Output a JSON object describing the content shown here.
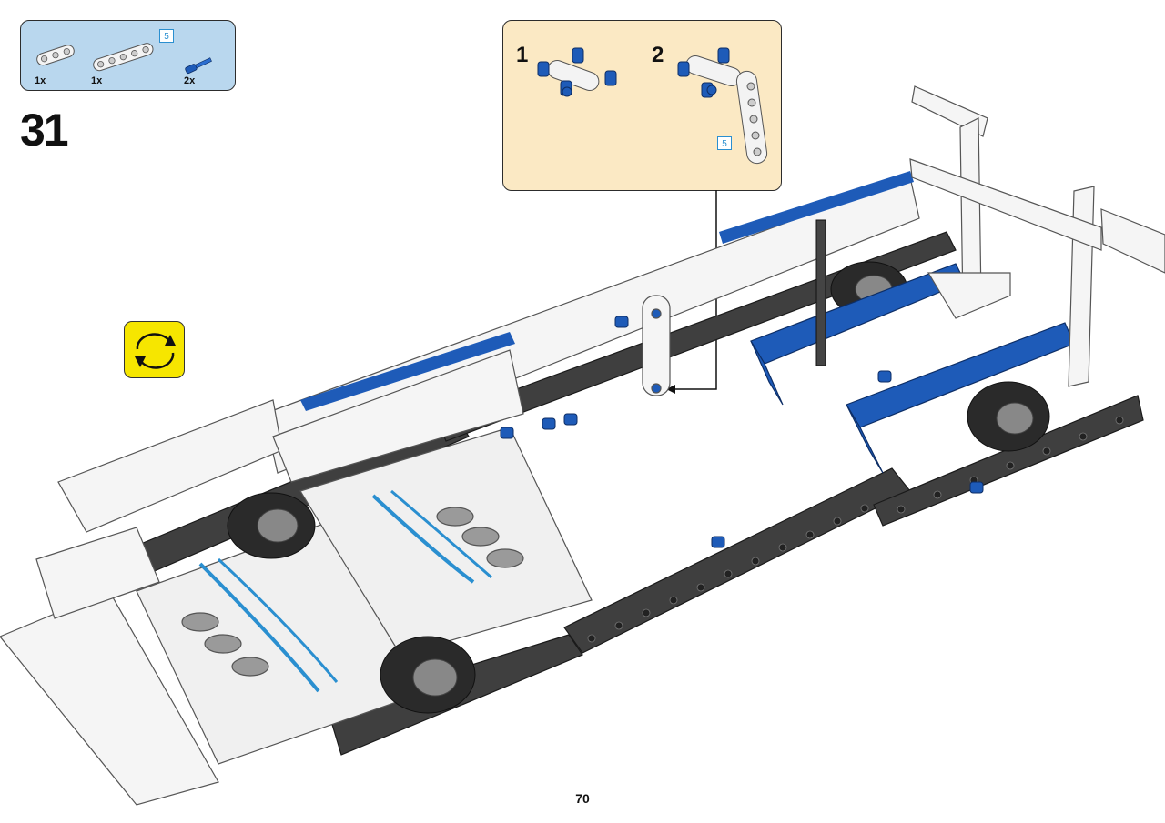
{
  "parts_list": {
    "items": [
      {
        "name": "beam-3",
        "qty": "1x"
      },
      {
        "name": "beam-5",
        "qty": "1x",
        "length_badge": "5"
      },
      {
        "name": "blue-axle-pin",
        "qty": "2x"
      }
    ]
  },
  "step": {
    "number": "31"
  },
  "callout": {
    "substeps": [
      {
        "number": "1"
      },
      {
        "number": "2",
        "length_badge": "5"
      }
    ]
  },
  "icons": {
    "rotate": "rotate-model-icon"
  },
  "colors": {
    "parts_bg": "#b9d7ee",
    "callout_bg": "#fbe9c4",
    "rotate_bg": "#f6e600",
    "lego_blue": "#1e5bb8",
    "dark_bluish_gray": "#3d3d3d",
    "badge_blue": "#2a8fd0"
  },
  "page": {
    "number": "70"
  }
}
